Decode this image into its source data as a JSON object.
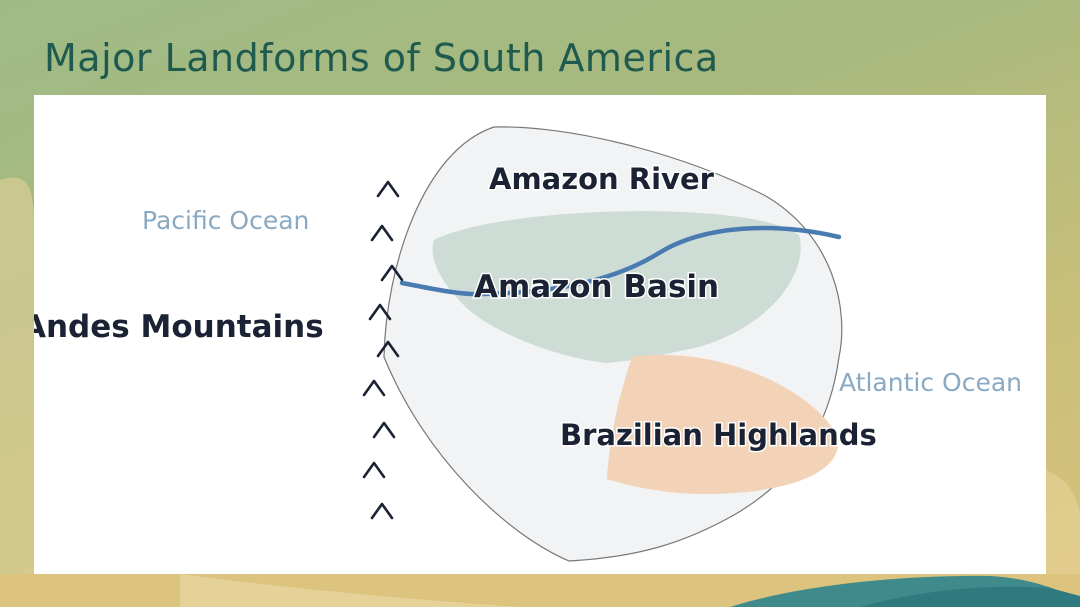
{
  "slide": {
    "title": "Major Landforms of South America",
    "accent_color": "#1f5a4e"
  },
  "diagram": {
    "labels": {
      "amazon_river": "Amazon River",
      "amazon_basin": "Amazon Basin",
      "andes": "Andes Mountains",
      "brazilian_highlands": "Brazilian Highlands",
      "pacific": "Pacific Ocean",
      "atlantic": "Atlantic Ocean"
    },
    "mountain_symbol": "^",
    "colors": {
      "continent_fill": "#f1f3f5",
      "continent_outline": "#777777",
      "basin_fill": "#cdddd6",
      "highlands_fill": "#f3d3b7",
      "river": "#4a7bb0",
      "ocean_text": "#8aa9c3",
      "label_text": "#1a2233"
    }
  }
}
